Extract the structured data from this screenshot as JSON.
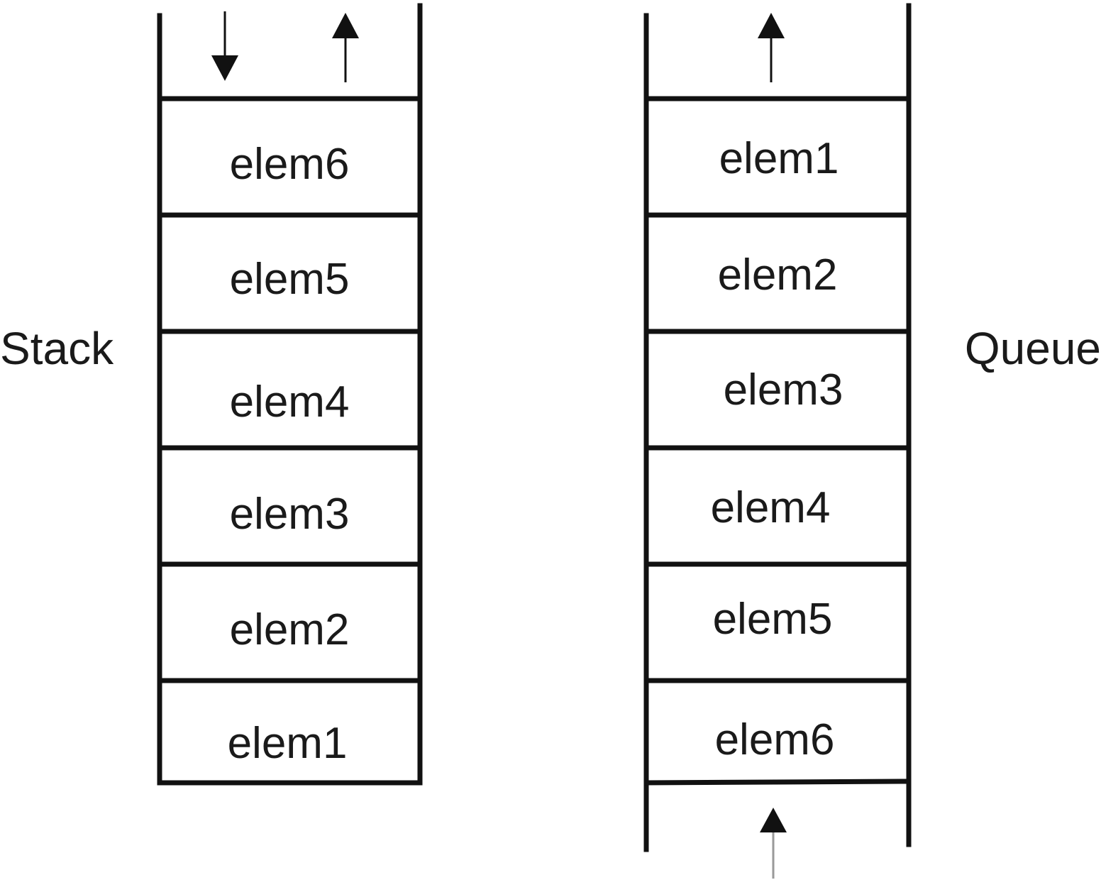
{
  "stack": {
    "label": "Stack",
    "items": [
      "elem6",
      "elem5",
      "elem4",
      "elem3",
      "elem2",
      "elem1"
    ]
  },
  "queue": {
    "label": "Queue",
    "items": [
      "elem1",
      "elem2",
      "elem3",
      "elem4",
      "elem5",
      "elem6"
    ]
  }
}
